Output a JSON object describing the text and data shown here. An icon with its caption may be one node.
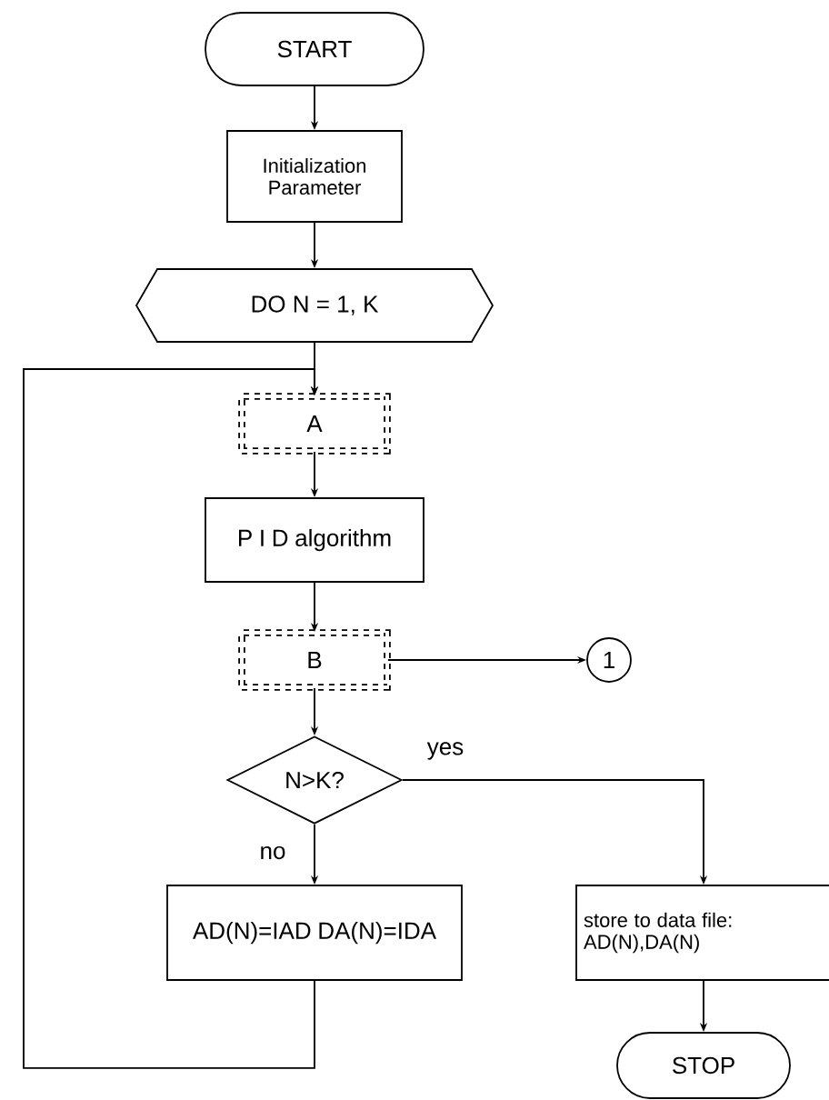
{
  "diagram": {
    "nodes": [
      {
        "text": [
          "START"
        ]
      },
      {
        "text": [
          "Initialization Parameter"
        ]
      },
      {
        "text": [
          "DO N = 1, K"
        ]
      },
      {
        "text": [
          "A"
        ]
      },
      {
        "text": [
          "P I D algorithm"
        ]
      },
      {
        "text": [
          "B"
        ]
      },
      {
        "text": [
          "1"
        ]
      },
      {
        "text": [
          "N>K?"
        ]
      },
      {
        "text": [
          "AD(N)=IAD DA(N)=IDA"
        ]
      },
      {
        "text": [
          "store to data file: AD(N),DA(N)"
        ]
      },
      {
        "text": [
          "STOP"
        ]
      }
    ],
    "edges": [
      {
        "from": 0,
        "to": 1,
        "arrow": "to"
      },
      {
        "from": 1,
        "to": 2,
        "arrow": "to"
      },
      {
        "from": 2,
        "to": 3,
        "arrow": "to"
      },
      {
        "from": 3,
        "to": 4,
        "arrow": "to"
      },
      {
        "from": 4,
        "to": 5,
        "arrow": "to"
      },
      {
        "from": 5,
        "to": 6,
        "arrow": "to"
      },
      {
        "from": 5,
        "to": 7,
        "arrow": "to"
      },
      {
        "from": 7,
        "to": 8,
        "label": "no",
        "arrow": "to"
      },
      {
        "from": 7,
        "to": 9,
        "label": "yes",
        "arrow": "to"
      },
      {
        "from": 9,
        "to": 10,
        "arrow": "to"
      },
      {
        "from": 8,
        "to": 3,
        "arrow": "to"
      }
    ]
  }
}
